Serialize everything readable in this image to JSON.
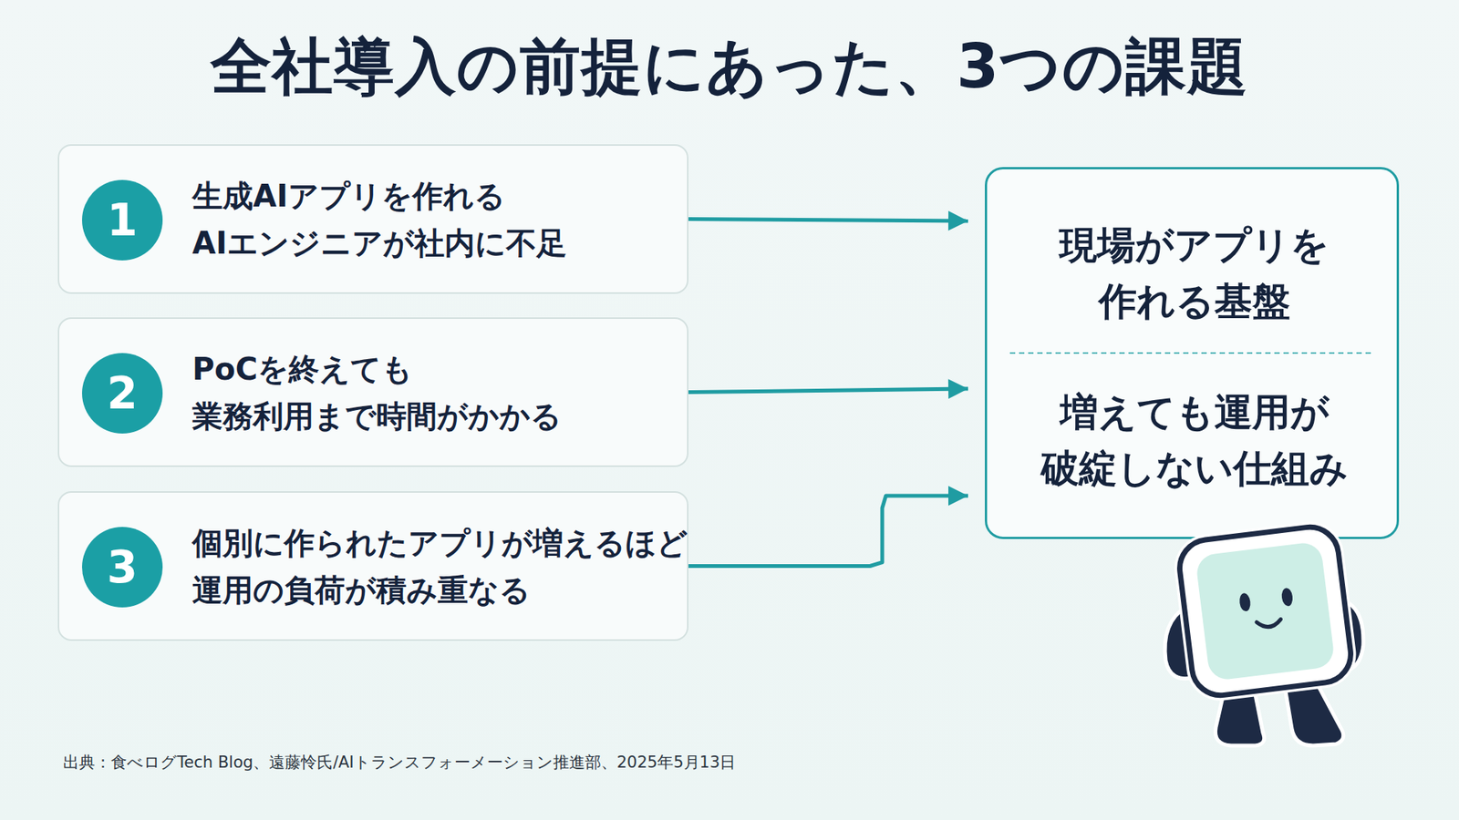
{
  "diagram": {
    "title": "全社導入の前提にあった、3つの課題",
    "caption": "出典：食べログTech Blog、遠藤怜氏/AIトランスフォーメーション推進部、2025年5月13日",
    "nodes": [
      {
        "text": [
          "生成AIアプリを作れる AIエンジニアが社内に不足"
        ]
      },
      {
        "text": [
          "1"
        ],
        "in": 0
      },
      {
        "text": [
          "PoCを終えても 業務利用まで時間がかかる"
        ]
      },
      {
        "text": [
          "2"
        ],
        "in": 2
      },
      {
        "text": [
          "個別に作られたアプリが増えるほど 運用の負荷が積み重なる"
        ]
      },
      {
        "text": [
          "3"
        ],
        "in": 4
      },
      {
        "text": [
          "現場がアプリを 作れる基盤",
          "増えても運用が 破綻しない仕組み"
        ]
      }
    ],
    "edges": [
      {
        "from": 0,
        "to": 6,
        "arrow": "to"
      },
      {
        "from": 2,
        "to": 6,
        "arrow": "to"
      },
      {
        "from": 4,
        "to": 6,
        "arrow": "to"
      }
    ]
  }
}
